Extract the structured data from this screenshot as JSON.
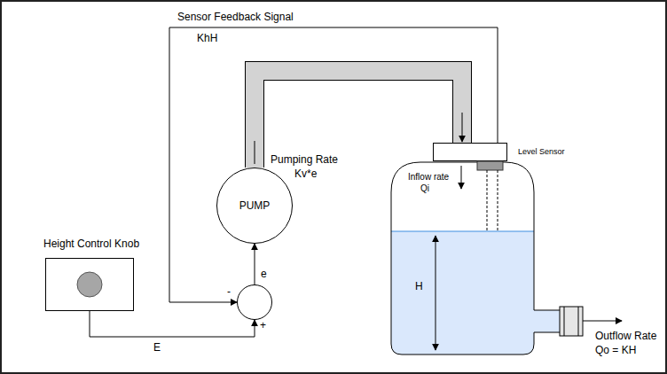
{
  "diagram": {
    "nodes": [
      {
        "text": [
          "Level Sensor"
        ]
      },
      {
        "text": [
          "Inflow rate",
          "Qi",
          "H"
        ]
      },
      {
        "text": [
          "PUMP"
        ]
      },
      {
        "text": [
          "Height Control Knob"
        ]
      },
      {
        "text": [
          "-",
          "+"
        ]
      }
    ],
    "edges": [
      {
        "from": 2,
        "to": 0,
        "arrow": "to"
      },
      {
        "from": 0,
        "to": 4,
        "label": "KhH",
        "arrow": "to"
      },
      {
        "from": 4,
        "to": 2,
        "label": "e",
        "arrow": "to"
      },
      {
        "from": 3,
        "to": 4,
        "label": "E",
        "arrow": "to"
      }
    ],
    "labels": [
      "Sensor Feedback Signal",
      "Pumping Rate",
      "Kv*e",
      "Outflow Rate",
      "Qo = KH"
    ]
  }
}
